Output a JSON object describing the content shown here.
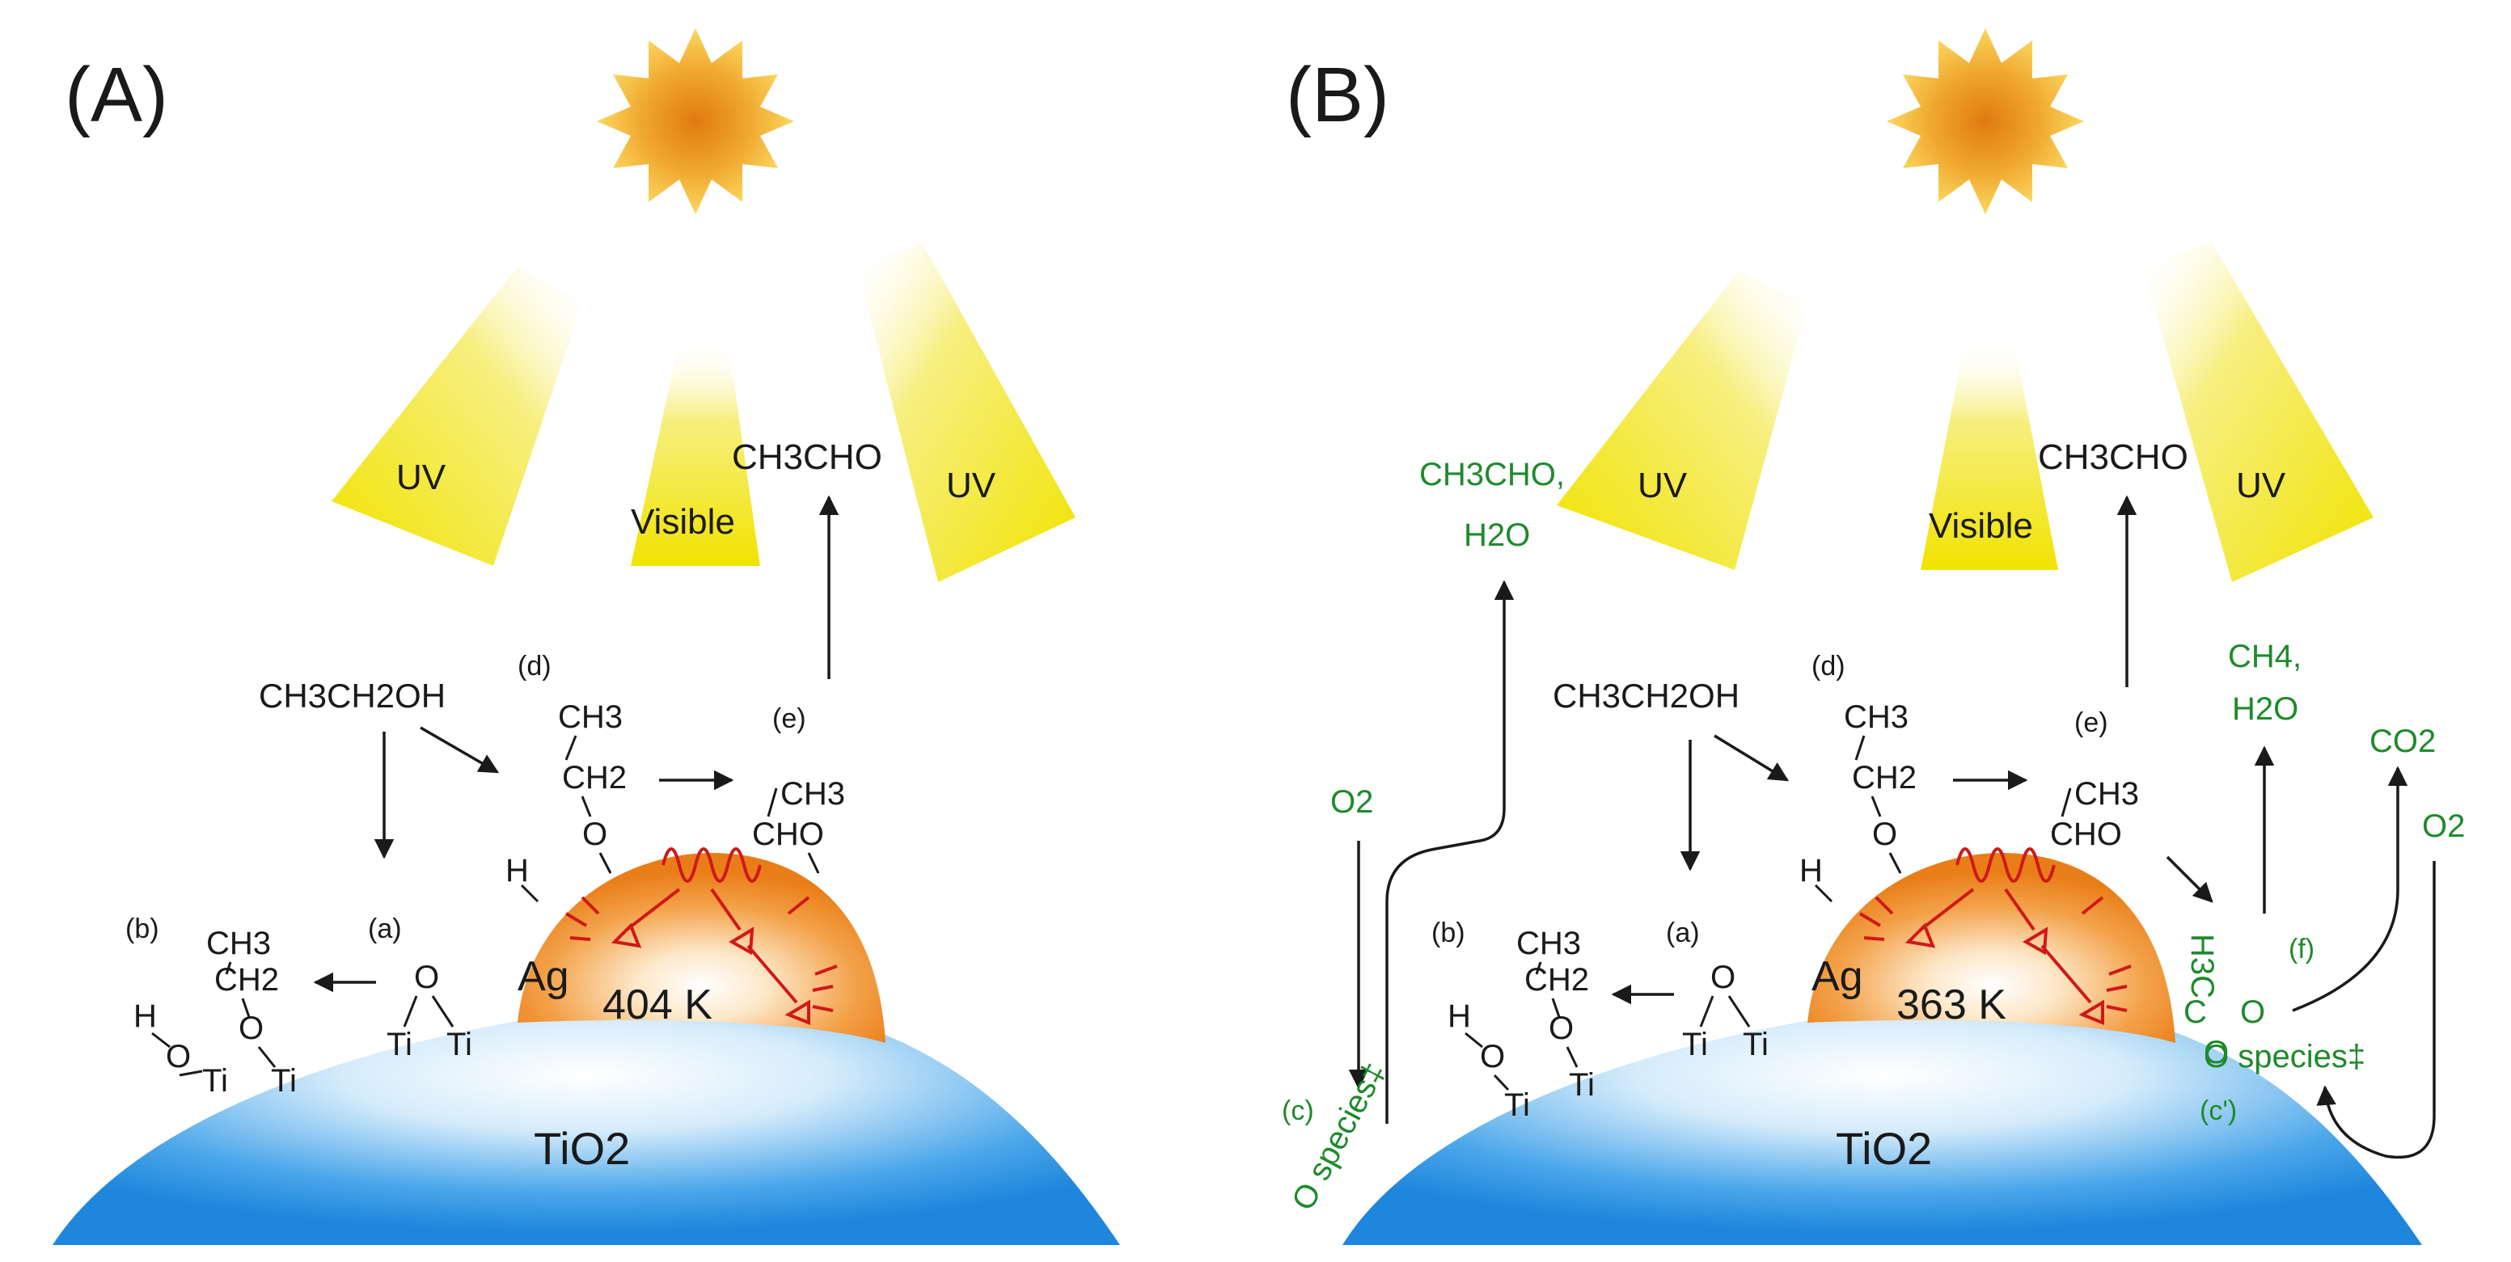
{
  "colors": {
    "text": "#1a1a1a",
    "green": "#1f8a2c",
    "red": "#d01818",
    "tio2": "#2b8fe0",
    "ag": "#ee8a20",
    "beam": "#f3e600"
  },
  "panelA": {
    "label": "(A)",
    "uv_left": "UV",
    "uv_right": "UV",
    "visible": "Visible",
    "product": "CH3CHO",
    "ethanol": "CH3CH2OH",
    "temp": "404 K",
    "ag": "Ag",
    "support": "TiO2",
    "step_a": "(a)",
    "step_b": "(b)",
    "step_d": "(d)",
    "step_e": "(e)",
    "ti": "Ti",
    "o": "O",
    "h": "H",
    "ch3": "CH3",
    "ch2": "CH2",
    "cho": "CHO"
  },
  "panelB": {
    "label": "(B)",
    "uv_left": "UV",
    "uv_right": "UV",
    "visible": "Visible",
    "product": "CH3CHO",
    "product_green_1": "CH3CHO,",
    "product_green_2": "H2O",
    "ethanol": "CH3CH2OH",
    "temp": "363 K",
    "ag": "Ag",
    "support": "TiO2",
    "step_a": "(a)",
    "step_b": "(b)",
    "step_c": "(c)",
    "step_c2": "(c')",
    "step_d": "(d)",
    "step_e": "(e)",
    "step_f": "(f)",
    "o2_left": "O2",
    "o2_right": "O2",
    "o_species": "O species‡",
    "ch4_1": "CH4,",
    "ch4_2": "H2O",
    "co2": "CO2",
    "h3c": "H3C",
    "ti": "Ti",
    "o": "O",
    "h": "H",
    "ch3": "CH3",
    "ch2": "CH2",
    "cho": "CHO",
    "c": "C"
  }
}
